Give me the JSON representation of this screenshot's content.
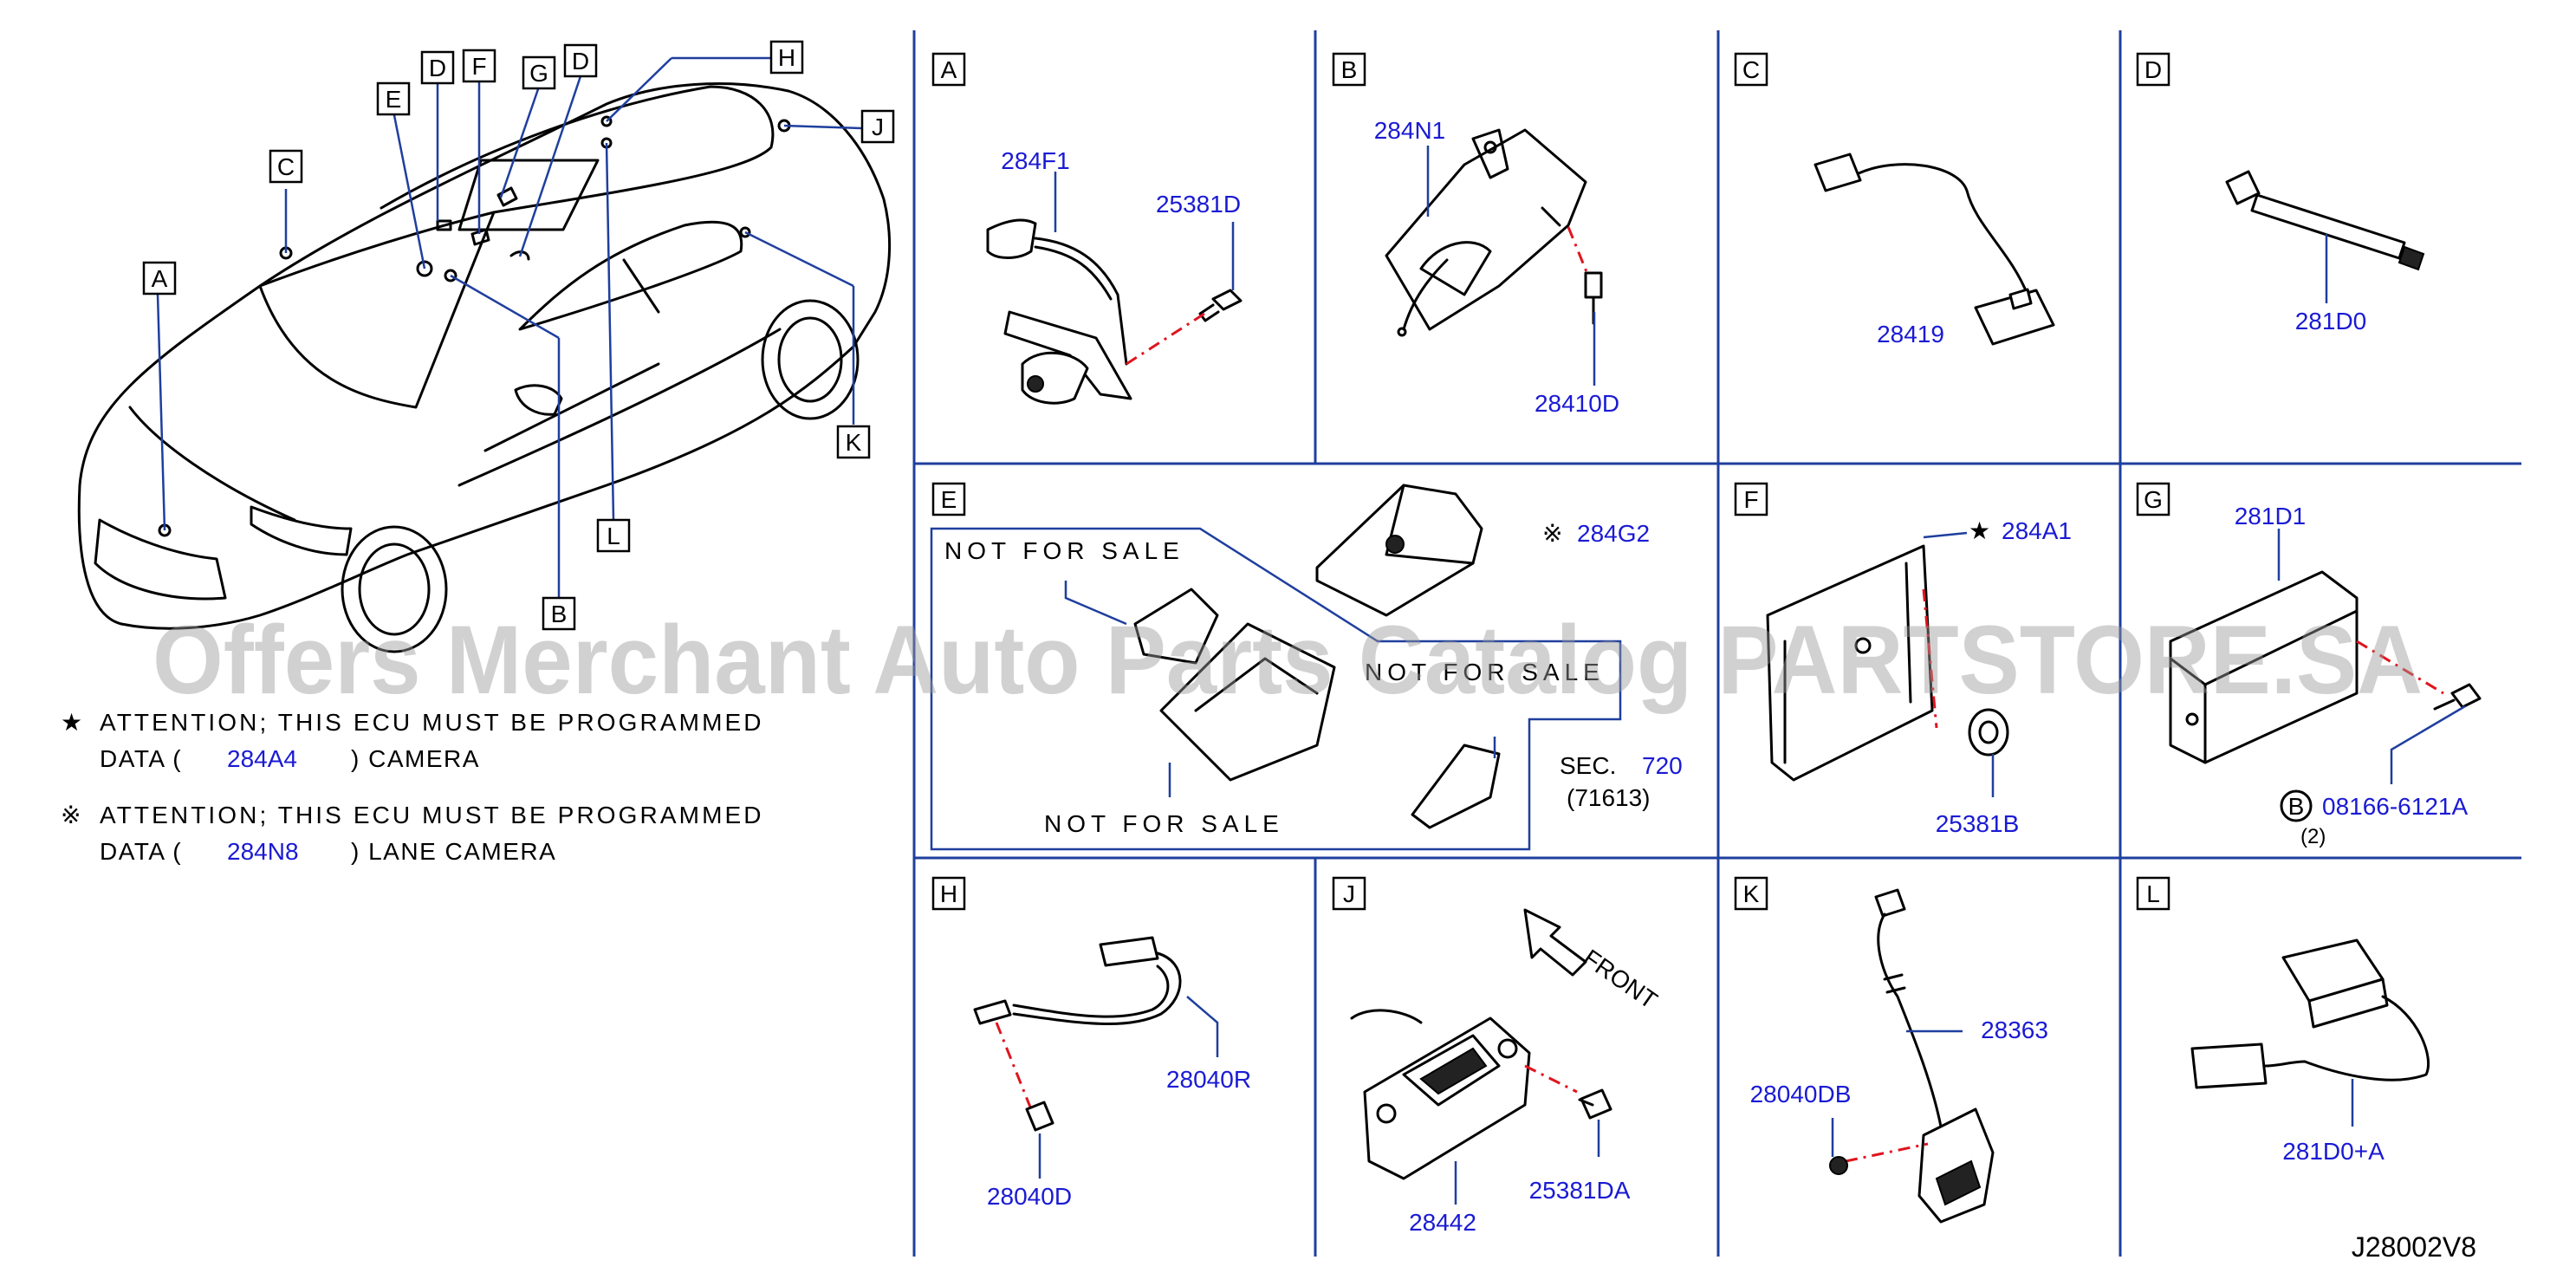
{
  "watermark": "Offers Merchant Auto Parts Catalog PARTSTORE.SA",
  "diagram_code": "J28002V8",
  "notes": [
    {
      "symbol": "★",
      "line1": "ATTENTION; THIS ECU MUST BE PROGRAMMED",
      "data_prefix": "DATA (",
      "part": "284A4",
      "data_suffix": ") CAMERA"
    },
    {
      "symbol": "※",
      "line1": "ATTENTION; THIS ECU MUST BE PROGRAMMED",
      "data_prefix": "DATA (",
      "part": "284N8",
      "data_suffix": ") LANE CAMERA"
    }
  ],
  "car_callouts": [
    "A",
    "B",
    "C",
    "D",
    "D",
    "E",
    "F",
    "G",
    "H",
    "J",
    "K",
    "L"
  ],
  "cells": {
    "A": {
      "letter": "A",
      "parts": [
        "284F1",
        "25381D"
      ]
    },
    "B": {
      "letter": "B",
      "parts": [
        "284N1",
        "28410D"
      ]
    },
    "C": {
      "letter": "C",
      "parts": [
        "28419"
      ]
    },
    "D": {
      "letter": "D",
      "parts": [
        "281D0"
      ]
    },
    "E": {
      "letter": "E",
      "not_for_sale": [
        "NOT FOR SALE",
        "NOT FOR SALE",
        "NOT FOR SALE"
      ],
      "part_mark": "※",
      "part": "284G2",
      "sec_label": "SEC.",
      "sec_number": "720",
      "sec_sub": "(71613)"
    },
    "F": {
      "letter": "F",
      "part_mark": "★",
      "parts": [
        "284A1",
        "25381B"
      ]
    },
    "G": {
      "letter": "G",
      "parts": [
        "281D1",
        "08166-6121A"
      ],
      "circle_letter": "B",
      "qty": "(2)"
    },
    "H": {
      "letter": "H",
      "parts": [
        "28040R",
        "28040D"
      ]
    },
    "J": {
      "letter": "J",
      "arrow_label": "FRONT",
      "parts": [
        "28442",
        "25381DA"
      ]
    },
    "K": {
      "letter": "K",
      "parts": [
        "28363",
        "28040DB"
      ]
    },
    "L": {
      "letter": "L",
      "parts": [
        "281D0+A"
      ]
    }
  },
  "colors": {
    "part_number": "#1a1ad4",
    "leader": "#1f3f9e",
    "grid": "#1f3f9e",
    "fastener_line": "#e0141e",
    "watermark": "#9a9a9a"
  }
}
